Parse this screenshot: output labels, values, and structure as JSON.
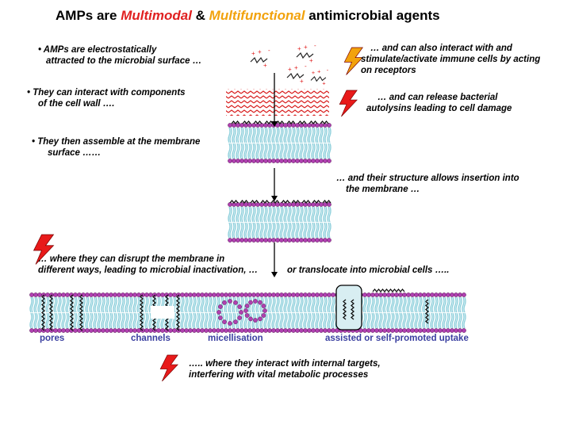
{
  "title": {
    "prefix": "AMPs are ",
    "word1": "Multimodal",
    "middle": " & ",
    "word2": "Multifunctional",
    "suffix": " antimicrobial agents"
  },
  "left_notes": [
    {
      "line1": "•  AMPs are electrostatically",
      "line2": "attracted to the microbial surface …"
    },
    {
      "line1": "•  They can interact with components",
      "line2": "of the cell wall …."
    },
    {
      "line1": "•  They then assemble at the membrane",
      "line2": "surface ……"
    }
  ],
  "right_notes": [
    {
      "line1": "… and can also interact with and",
      "line2": "stimulate/activate immune cells by acting",
      "line3": "on receptors"
    },
    {
      "line1": "…  and can release bacterial",
      "line2": "autolysins leading to cell damage"
    },
    {
      "line1": "… and their structure allows insertion into",
      "line2": "the membrane …"
    }
  ],
  "disrupt_note": {
    "line1": "… where they can disrupt the membrane in",
    "line2": "different ways, leading to microbial inactivation, …"
  },
  "translocate_note": "or translocate into microbial cells …..",
  "mechanisms": {
    "pores": "pores",
    "channels": "channels",
    "micellisation": "micellisation",
    "assisted": "assisted  or   self-promoted  uptake"
  },
  "final_note": {
    "line1": "….. where they interact with internal targets,",
    "line2": "interfering with vital metabolic processes"
  },
  "colors": {
    "title_red": "#e02020",
    "title_orange": "#f2a20c",
    "label_blue": "#3a3fa0",
    "lipid_head": "#b040b0",
    "lipid_tail": "#8fd0dc",
    "cell_wall": "#d81e1e",
    "lightning_red": "#e81a1a",
    "lightning_orange": "#f2a20c"
  },
  "icons": [
    "lightning-bolt-icon",
    "down-arrow-icon",
    "peptide-icon",
    "lipid-bilayer-icon"
  ]
}
